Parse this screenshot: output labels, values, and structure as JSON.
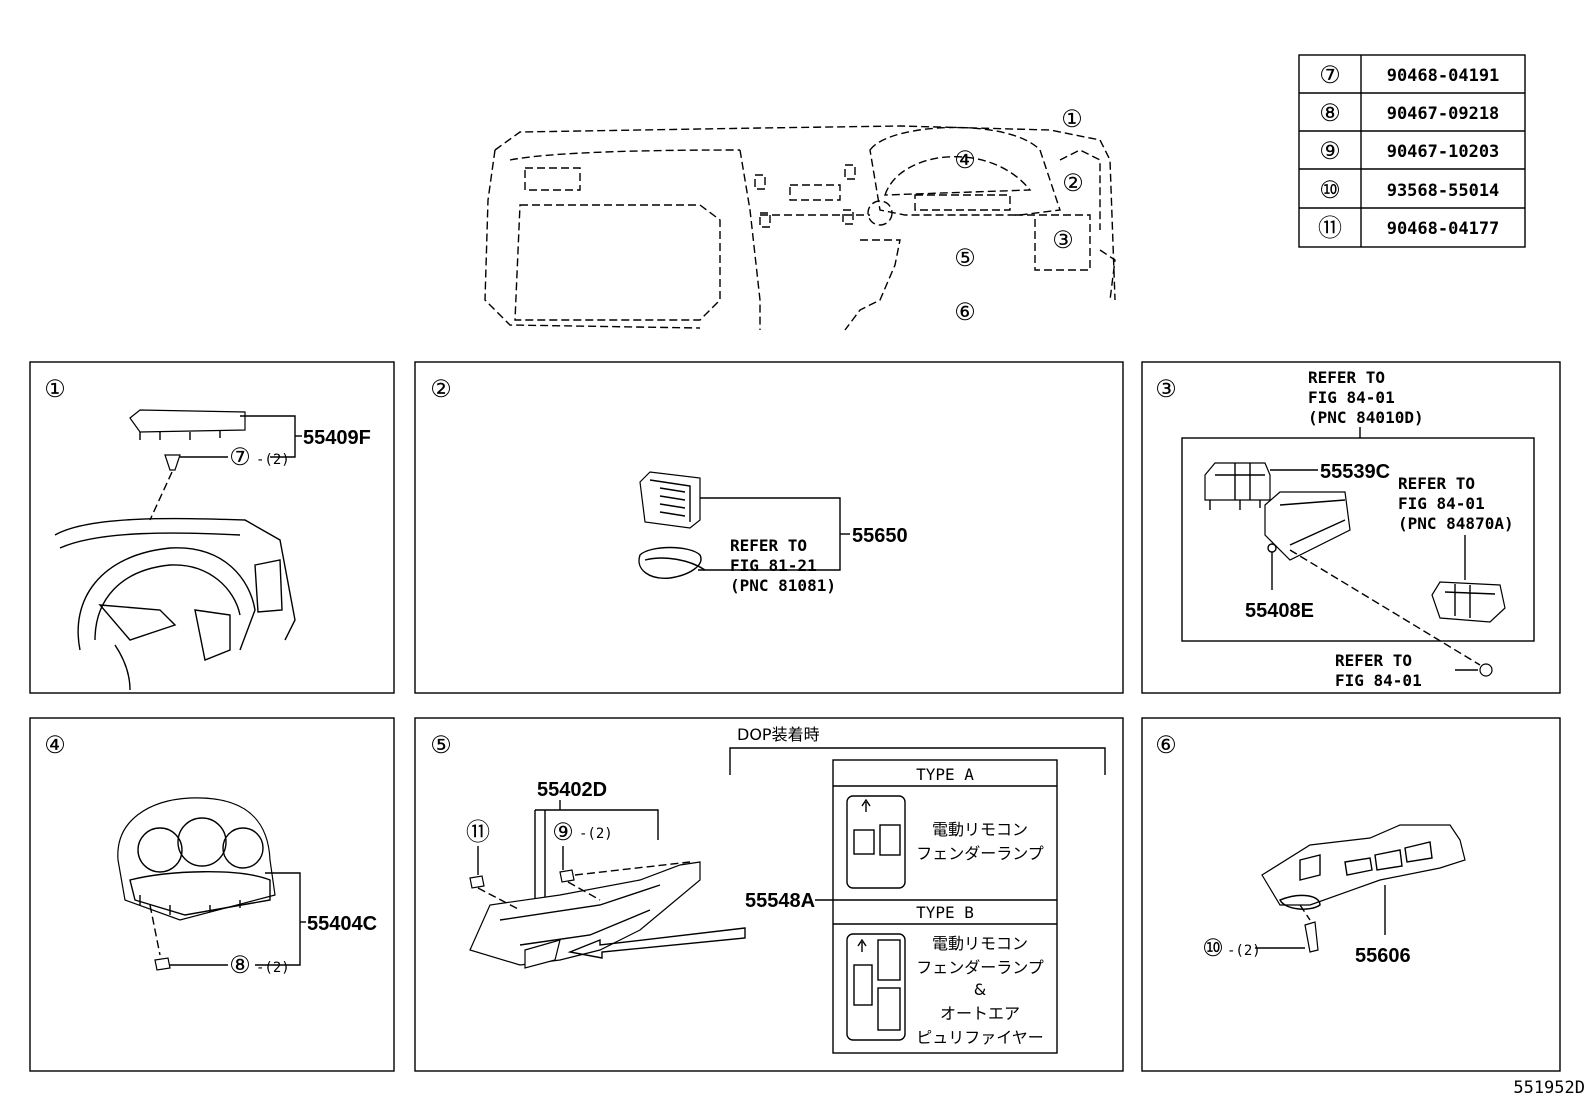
{
  "diagram_id": "551952D",
  "callout_marks": [
    "①",
    "②",
    "③",
    "④",
    "⑤",
    "⑥",
    "⑦",
    "⑧",
    "⑨",
    "⑩",
    "⑪"
  ],
  "overview_markers": [
    "①",
    "②",
    "③",
    "④",
    "⑤",
    "⑥"
  ],
  "fastener_table": [
    {
      "mark": "⑦",
      "part": "90468-04191"
    },
    {
      "mark": "⑧",
      "part": "90467-09218"
    },
    {
      "mark": "⑨",
      "part": "90467-10203"
    },
    {
      "mark": "⑩",
      "part": "93568-55014"
    },
    {
      "mark": "⑪",
      "part": "90468-04177"
    }
  ],
  "panels": {
    "p1": {
      "mark": "①",
      "part": "55409F",
      "fastener_mark": "⑦",
      "qty": "-(2)"
    },
    "p2": {
      "mark": "②",
      "part": "55650",
      "refer": [
        "REFER TO",
        "FIG 81-21",
        "(PNC 81081)"
      ]
    },
    "p3": {
      "mark": "③",
      "refer_top": [
        "REFER TO",
        "FIG 84-01",
        "(PNC 84010D)"
      ],
      "refer_right": [
        "REFER TO",
        "FIG 84-01",
        "(PNC 84870A)"
      ],
      "refer_bottom": [
        "REFER TO",
        "FIG 84-01"
      ],
      "part_a": "55539C",
      "part_b": "55408E"
    },
    "p4": {
      "mark": "④",
      "part": "55404C",
      "fastener_mark": "⑧",
      "qty": "-(2)"
    },
    "p5": {
      "mark": "⑤",
      "part": "55402D",
      "fastener_a": "⑪",
      "fastener_b": "⑨",
      "qty": "-(2)",
      "dop_label": "DOP装着時",
      "part_b": "55548A",
      "type_a": {
        "title": "TYPE A",
        "lines": [
          "電動リモコン",
          "フェンダーランプ"
        ]
      },
      "type_b": {
        "title": "TYPE B",
        "lines": [
          "電動リモコン",
          "フェンダーランプ",
          "&",
          "オートエア",
          "ピュリファイヤー"
        ]
      }
    },
    "p6": {
      "mark": "⑥",
      "part": "55606",
      "fastener_mark": "⑩",
      "qty": "-(2)"
    }
  }
}
